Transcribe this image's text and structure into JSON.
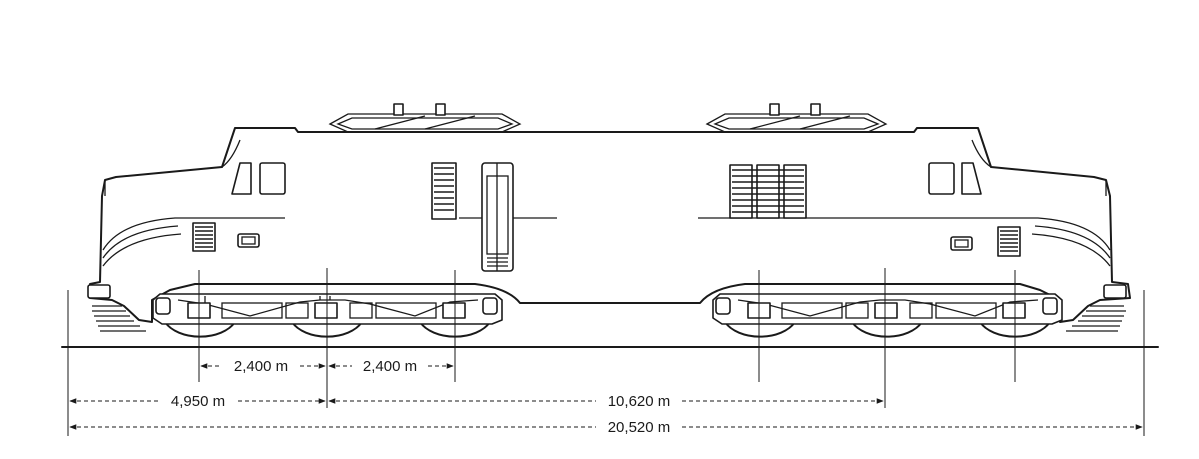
{
  "dimensions": {
    "axle_spacing_1": "2,400 m",
    "axle_spacing_2": "2,400 m",
    "end_to_truck_center": "4,950 m",
    "truck_center_spacing": "10,620 m",
    "overall_length": "20,520 m"
  }
}
